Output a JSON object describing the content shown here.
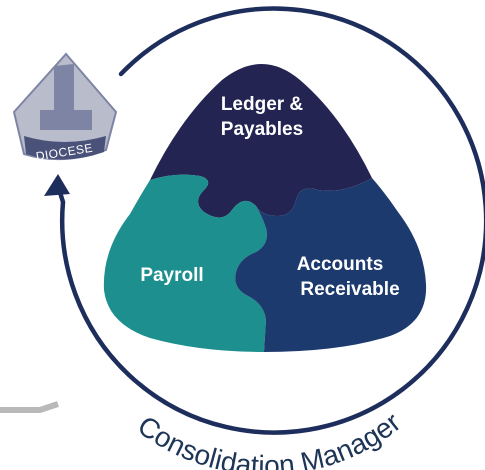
{
  "logo": {
    "text": "DIOCESE"
  },
  "pieces": {
    "ledger": {
      "line1": "Ledger &",
      "line2": "Payables"
    },
    "payroll": {
      "label": "Payroll"
    },
    "receivable": {
      "line1": "Accounts",
      "line2": "Receivable"
    }
  },
  "cycle": {
    "label": "Consolidation Manager"
  },
  "colors": {
    "ledger": "#232452",
    "payroll": "#1d8f8e",
    "receivable": "#1c3a6e",
    "ring": "#1d2d5c",
    "logo_light": "#b8bccb",
    "logo_dark": "#7e84a4",
    "divider": "#b9b9b9"
  }
}
